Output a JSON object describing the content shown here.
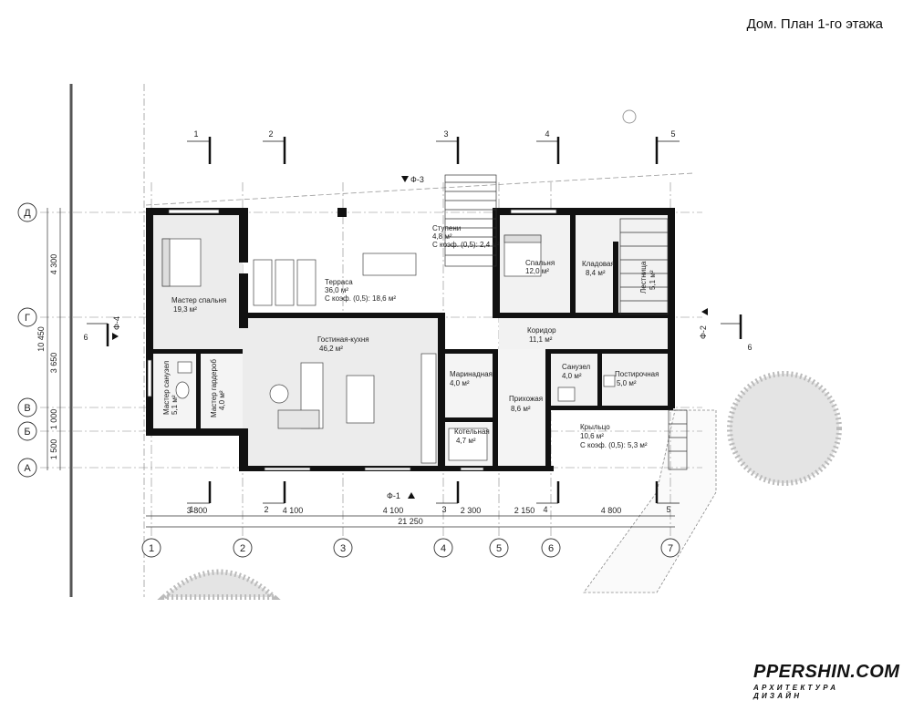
{
  "title": "Дом. План 1-го этажа",
  "logo": {
    "brand": "PPERSHIN.COM",
    "subtitle": "АРХИТЕКТУРА ДИЗАЙН"
  },
  "axes_numeric": [
    "1",
    "2",
    "3",
    "4",
    "5",
    "6",
    "7"
  ],
  "axes_letter": [
    "Д",
    "Г",
    "В",
    "Б",
    "А"
  ],
  "section_marks_top": [
    "1",
    "2",
    "3",
    "4",
    "5"
  ],
  "section_marks_bottom": [
    "1",
    "2",
    "3",
    "4",
    "5"
  ],
  "dims_bottom": [
    "3 800",
    "4 100",
    "4 100",
    "2 300",
    "2 150",
    "4 800"
  ],
  "dim_total": "21 250",
  "dims_left": [
    "4 300",
    "3 650",
    "1 000",
    "1 500"
  ],
  "dim_left_total": "10 450",
  "facades": {
    "f1": "Ф-1",
    "f2": "Ф-2",
    "f3": "Ф-3",
    "f4": "Ф-4"
  },
  "cut_6": "6",
  "rooms": {
    "terrace": {
      "name": "Терраса",
      "area": "36,0 м²",
      "coef": "С коэф. (0,5): 18,6 м²"
    },
    "steps": {
      "name": "Ступени",
      "area": "4,8 м²",
      "coef": "С коэф. (0,5): 2,4 м²"
    },
    "master_bedroom": {
      "name": "Мастер спальня",
      "area": "19,3 м²"
    },
    "bedroom": {
      "name": "Спальня",
      "area": "12,0 м²"
    },
    "pantry": {
      "name": "Кладовая",
      "area": "8,4 м²"
    },
    "stair": {
      "name": "Лестница",
      "area": "5,1 м²"
    },
    "living": {
      "name": "Гостиная-кухня",
      "area": "46,2 м²"
    },
    "corridor": {
      "name": "Коридор",
      "area": "11,1 м²"
    },
    "master_bath": {
      "name": "Мастер санузел",
      "area": "5,1 м²"
    },
    "master_wardrobe": {
      "name": "Мастер гардероб",
      "area": "4,0 м²"
    },
    "pickle": {
      "name": "Маринадная",
      "area": "4,0 м²"
    },
    "hall": {
      "name": "Прихожая",
      "area": "8,6 м²"
    },
    "bath": {
      "name": "Санузел",
      "area": "4,0 м²"
    },
    "laundry": {
      "name": "Постирочная",
      "area": "5,0 м²"
    },
    "boiler": {
      "name": "Котельная",
      "area": "4,7 м²"
    },
    "porch": {
      "name": "Крыльцо",
      "area": "10,6 м²",
      "coef": "С коэф. (0,5): 5,3 м²"
    }
  }
}
